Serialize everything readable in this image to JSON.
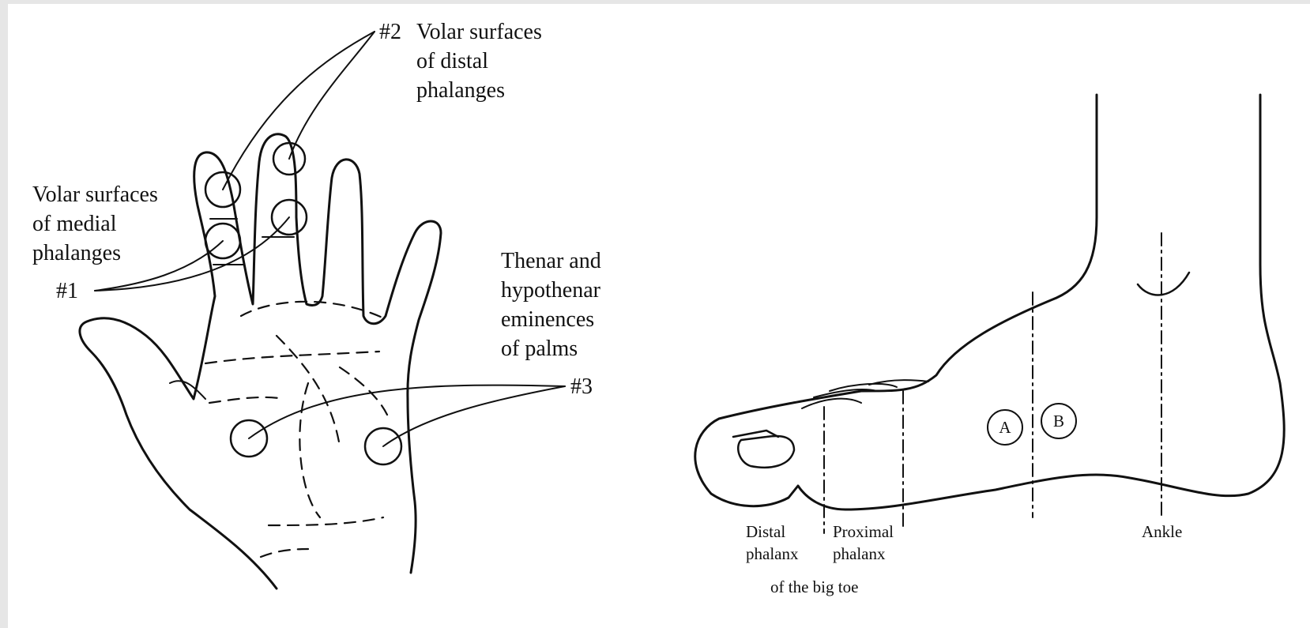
{
  "hand": {
    "label_2": {
      "num": "#2",
      "lines": [
        "Volar surfaces",
        "of distal",
        "phalanges"
      ]
    },
    "label_1": {
      "lines": [
        "Volar surfaces",
        "of medial",
        "phalanges"
      ],
      "num": "#1"
    },
    "label_3": {
      "lines": [
        "Thenar and",
        "hypothenar",
        "eminences",
        "of palms"
      ],
      "num": "#3"
    }
  },
  "foot": {
    "zone_a": "A",
    "zone_b": "B",
    "distal": [
      "Distal",
      "phalanx"
    ],
    "proximal": [
      "Proximal",
      "phalanx"
    ],
    "caption": "of the big toe",
    "ankle": "Ankle"
  }
}
